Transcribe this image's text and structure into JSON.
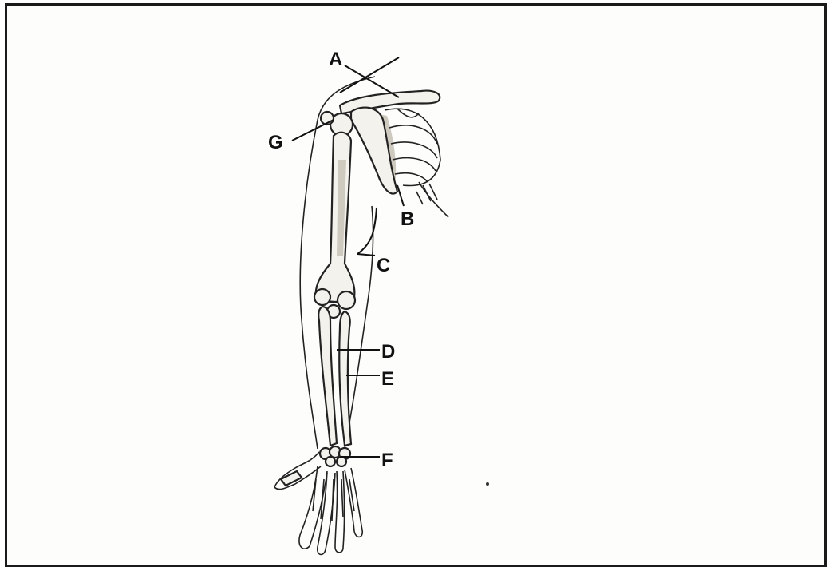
{
  "diagram": {
    "labels": [
      "A",
      "B",
      "C",
      "D",
      "E",
      "F",
      "G"
    ]
  }
}
